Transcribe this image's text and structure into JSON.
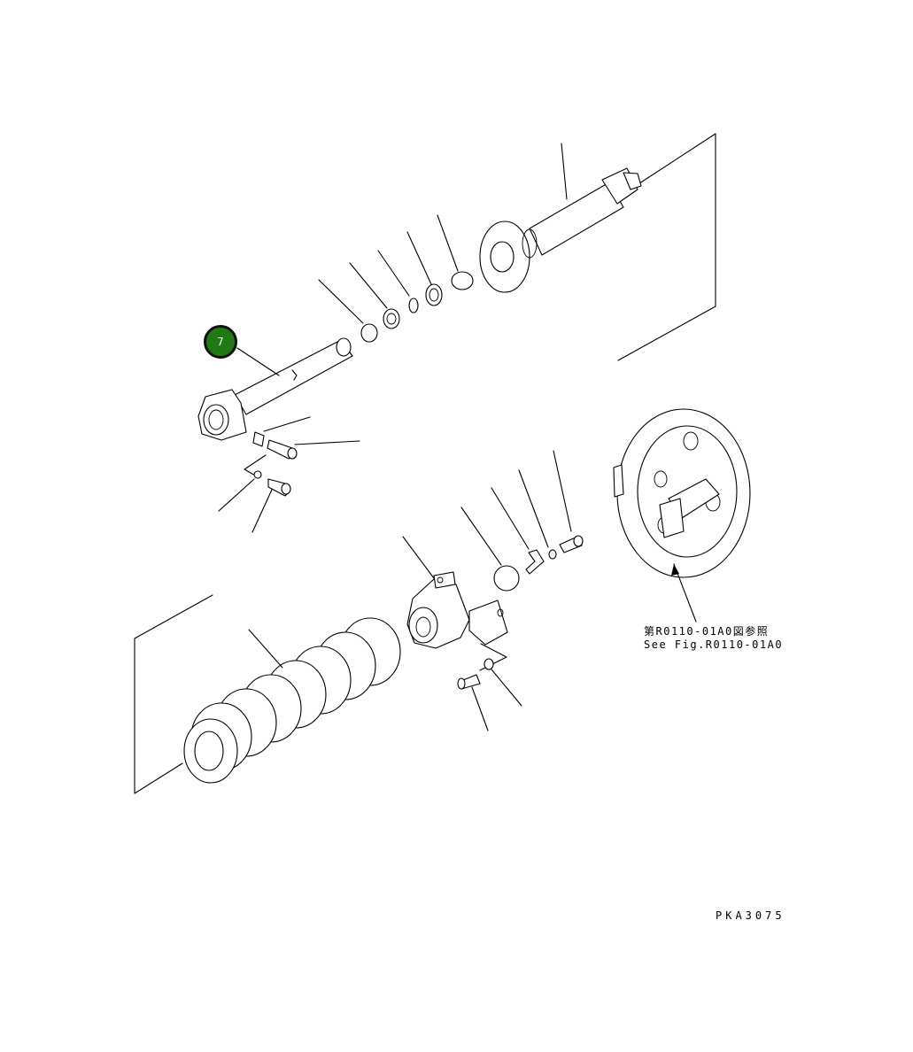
{
  "callouts": [
    {
      "number": "7",
      "color": "#1f7a14"
    }
  ],
  "reference_note": {
    "line1": "第R0110-01A0図参照",
    "line2": "See Fig.R0110-01A0"
  },
  "drawing_code": "PKA3075"
}
